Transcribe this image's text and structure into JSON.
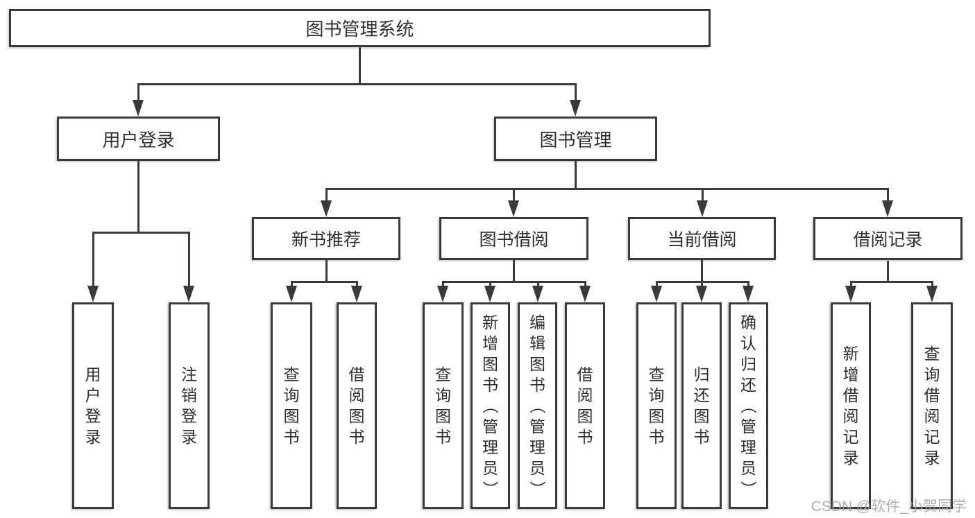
{
  "nodes": {
    "root": "图书管理系统",
    "user_login": "用户登录",
    "book_mgmt": "图书管理",
    "login": "用户登录",
    "logout": "注销登录",
    "new_rec": "新书推荐",
    "borrow": "图书借阅",
    "current": "当前借阅",
    "records": "借阅记录",
    "rec_query": "查询图书",
    "rec_borrow": "借阅图书",
    "bw_query": "查询图书",
    "bw_add": "新增图书（管理员）",
    "bw_edit": "编辑图书（管理员）",
    "bw_borrow": "借阅图书",
    "cur_query": "查询图书",
    "cur_return": "归还图书",
    "cur_confirm": "确认归还（管理员）",
    "rd_add": "新增借阅记录",
    "rd_query": "查询借阅记录"
  },
  "watermark": "CSDN @软件_小贺同学",
  "colors": {
    "line": "#3a3a3a",
    "text": "#2f2f2f",
    "watermark": "#a3a3a3",
    "background": "#ffffff"
  }
}
